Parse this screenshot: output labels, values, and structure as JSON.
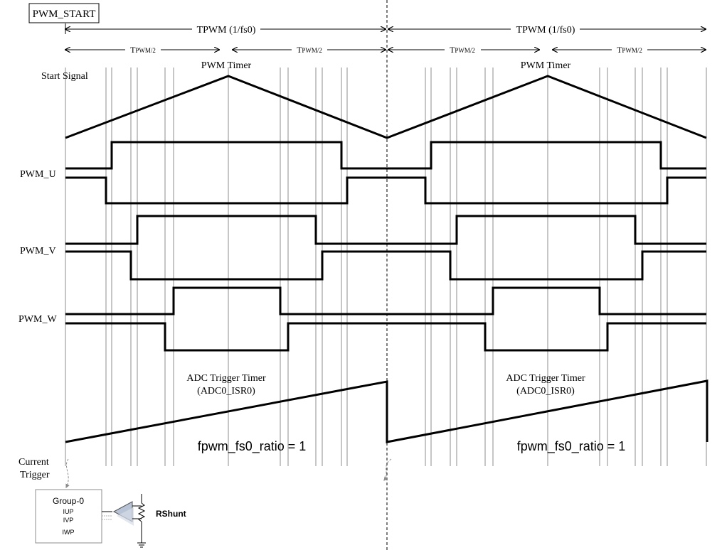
{
  "labels": {
    "pwm_start": "PWM_START",
    "tpwm": "TPWM (1/fs0)",
    "tpwm_half_main": "T",
    "tpwm_half_sub": "PWM/2",
    "start_signal": "Start Signal",
    "pwm_timer": "PWM Timer",
    "pwm_u": "PWM_U",
    "pwm_v": "PWM_V",
    "pwm_w": "PWM_W",
    "adc_trigger_line1": "ADC Trigger Timer",
    "adc_trigger_line2": "(ADC0_ISR0)",
    "ratio": "fpwm_fs0_ratio = 1",
    "current": "Current",
    "trigger": "Trigger",
    "group": "Group-0",
    "iup": "IUP",
    "ivp": "IVP",
    "iwp": "IWP",
    "rshunt": "RShunt"
  },
  "colors": {
    "line": "#000000",
    "guide": "#8c8c8c",
    "arrow_gray": "#8c8c8c",
    "amp_fill": "#c9d3e0"
  }
}
